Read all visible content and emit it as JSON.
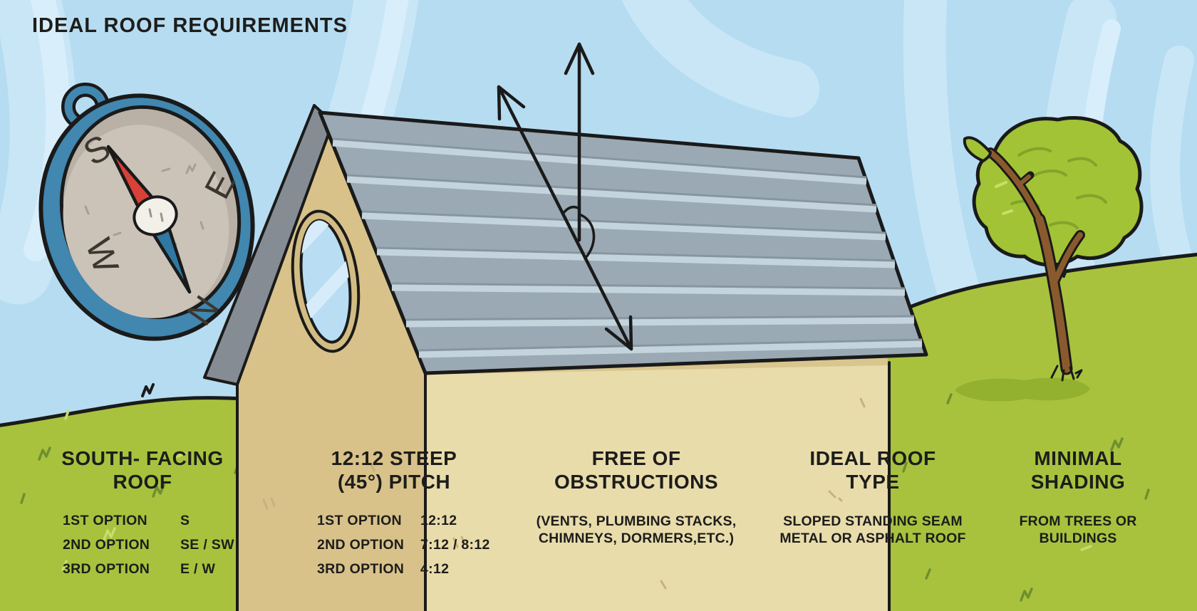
{
  "title": "IDEAL ROOF REQUIREMENTS",
  "columns": [
    {
      "id": "south-facing-roof",
      "heading_line1": "SOUTH- FACING",
      "heading_line2": "ROOF",
      "options": [
        {
          "label": "1ST OPTION",
          "value": "S"
        },
        {
          "label": "2ND OPTION",
          "value": "SE / SW"
        },
        {
          "label": "3RD OPTION",
          "value": "E / W"
        }
      ]
    },
    {
      "id": "steep-pitch",
      "heading_line1": "12:12 STEEP",
      "heading_line2": "(45°) PITCH",
      "options": [
        {
          "label": "1ST OPTION",
          "value": "12:12"
        },
        {
          "label": "2ND OPTION",
          "value": "7:12 / 8:12"
        },
        {
          "label": "3RD OPTION",
          "value": "4:12"
        }
      ]
    },
    {
      "id": "free-of-obstructions",
      "heading_line1": "FREE OF",
      "heading_line2": "OBSTRUCTIONS",
      "note_line1": "(VENTS, PLUMBING STACKS,",
      "note_line2": "CHIMNEYS, DORMERS,ETC.)"
    },
    {
      "id": "ideal-roof-type",
      "heading_line1": "IDEAL ROOF",
      "heading_line2": "TYPE",
      "note_line1": "SLOPED STANDING SEAM",
      "note_line2": "METAL OR ASPHALT ROOF"
    },
    {
      "id": "minimal-shading",
      "heading_line1": "MINIMAL",
      "heading_line2": "SHADING",
      "note_line1": "FROM TREES OR",
      "note_line2": "BUILDINGS"
    }
  ],
  "compass": {
    "letters": [
      "S",
      "E",
      "W",
      "N"
    ]
  },
  "colors": {
    "sky": "#b6dcf1",
    "sky_streak": "#c9e6f7",
    "grass": "#a8c23e",
    "grass_shadow": "#93b02f",
    "roof_gray": "#9aa9b3",
    "roof_stripe": "#c4d4dc",
    "wall_front": "#e9dcab",
    "wall_side": "#d8c28a",
    "trim_gray": "#858c94",
    "compass_rim_blue": "#4187b0",
    "compass_face": "#cbc3b8",
    "needle_red": "#d84138",
    "needle_blue": "#2f78a3",
    "tree_green": "#a2c335",
    "trunk_brown": "#8a5a2e",
    "outline": "#1a1a1a",
    "text": "#1d1d1b"
  }
}
